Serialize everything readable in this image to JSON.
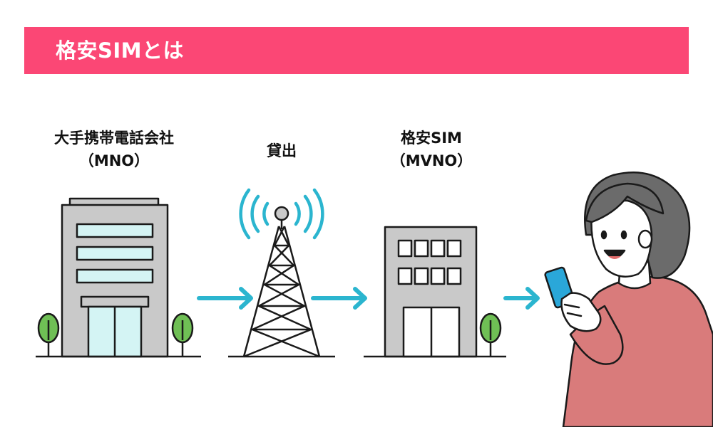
{
  "header": {
    "title": "格安SIMとは",
    "accent_color": "#fb4775"
  },
  "nodes": [
    {
      "name": "大手携帯電話会社",
      "sub": "（MNO）",
      "icon": "office-building-icon"
    },
    {
      "name": "貸出",
      "sub": "",
      "icon": "radio-tower-icon"
    },
    {
      "name": "格安SIM",
      "sub": "（MVNO）",
      "icon": "small-office-building-icon"
    },
    {
      "name": "",
      "sub": "",
      "icon": "woman-with-smartphone-icon"
    }
  ],
  "colors": {
    "arrow": "#2bb5cf",
    "signal": "#2bb5cf",
    "building": "#c9c9c9",
    "window": "#d4f4f4",
    "tree": "#6fbf55",
    "phone": "#2aa7d9",
    "shirt": "#d97b7b",
    "hair": "#6b6b6b",
    "skin": "#ffffff"
  }
}
